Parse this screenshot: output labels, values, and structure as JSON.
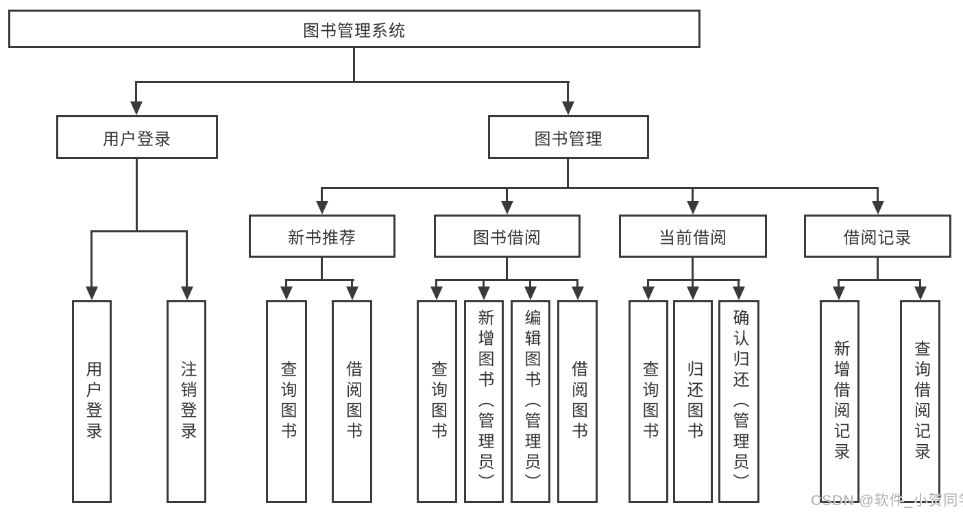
{
  "diagram": {
    "root": {
      "label": "图书管理系统"
    },
    "level2": [
      {
        "label": "用户登录"
      },
      {
        "label": "图书管理"
      }
    ],
    "level3": [
      {
        "label": "新书推荐"
      },
      {
        "label": "图书借阅"
      },
      {
        "label": "当前借阅"
      },
      {
        "label": "借阅记录"
      }
    ],
    "leaves": {
      "user_login": [
        {
          "label": "用户登录"
        },
        {
          "label": "注销登录"
        }
      ],
      "new_book_recommend": [
        {
          "label": "查询图书"
        },
        {
          "label": "借阅图书"
        }
      ],
      "book_borrowing": [
        {
          "label": "查询图书"
        },
        {
          "label": "新增图书（管理员）"
        },
        {
          "label": "编辑图书（管理员）"
        },
        {
          "label": "借阅图书"
        }
      ],
      "current_borrowing": [
        {
          "label": "查询图书"
        },
        {
          "label": "归还图书"
        },
        {
          "label": "确认归还（管理员）"
        }
      ],
      "borrowing_records": [
        {
          "label": "新增借阅记录"
        },
        {
          "label": "查询借阅记录"
        }
      ]
    }
  },
  "watermark": {
    "text": "CSDN @软件_小贺同学"
  },
  "colors": {
    "line": "#3a3a3a",
    "text": "#333333",
    "background": "#ffffff",
    "watermark": "#aeaeae"
  }
}
